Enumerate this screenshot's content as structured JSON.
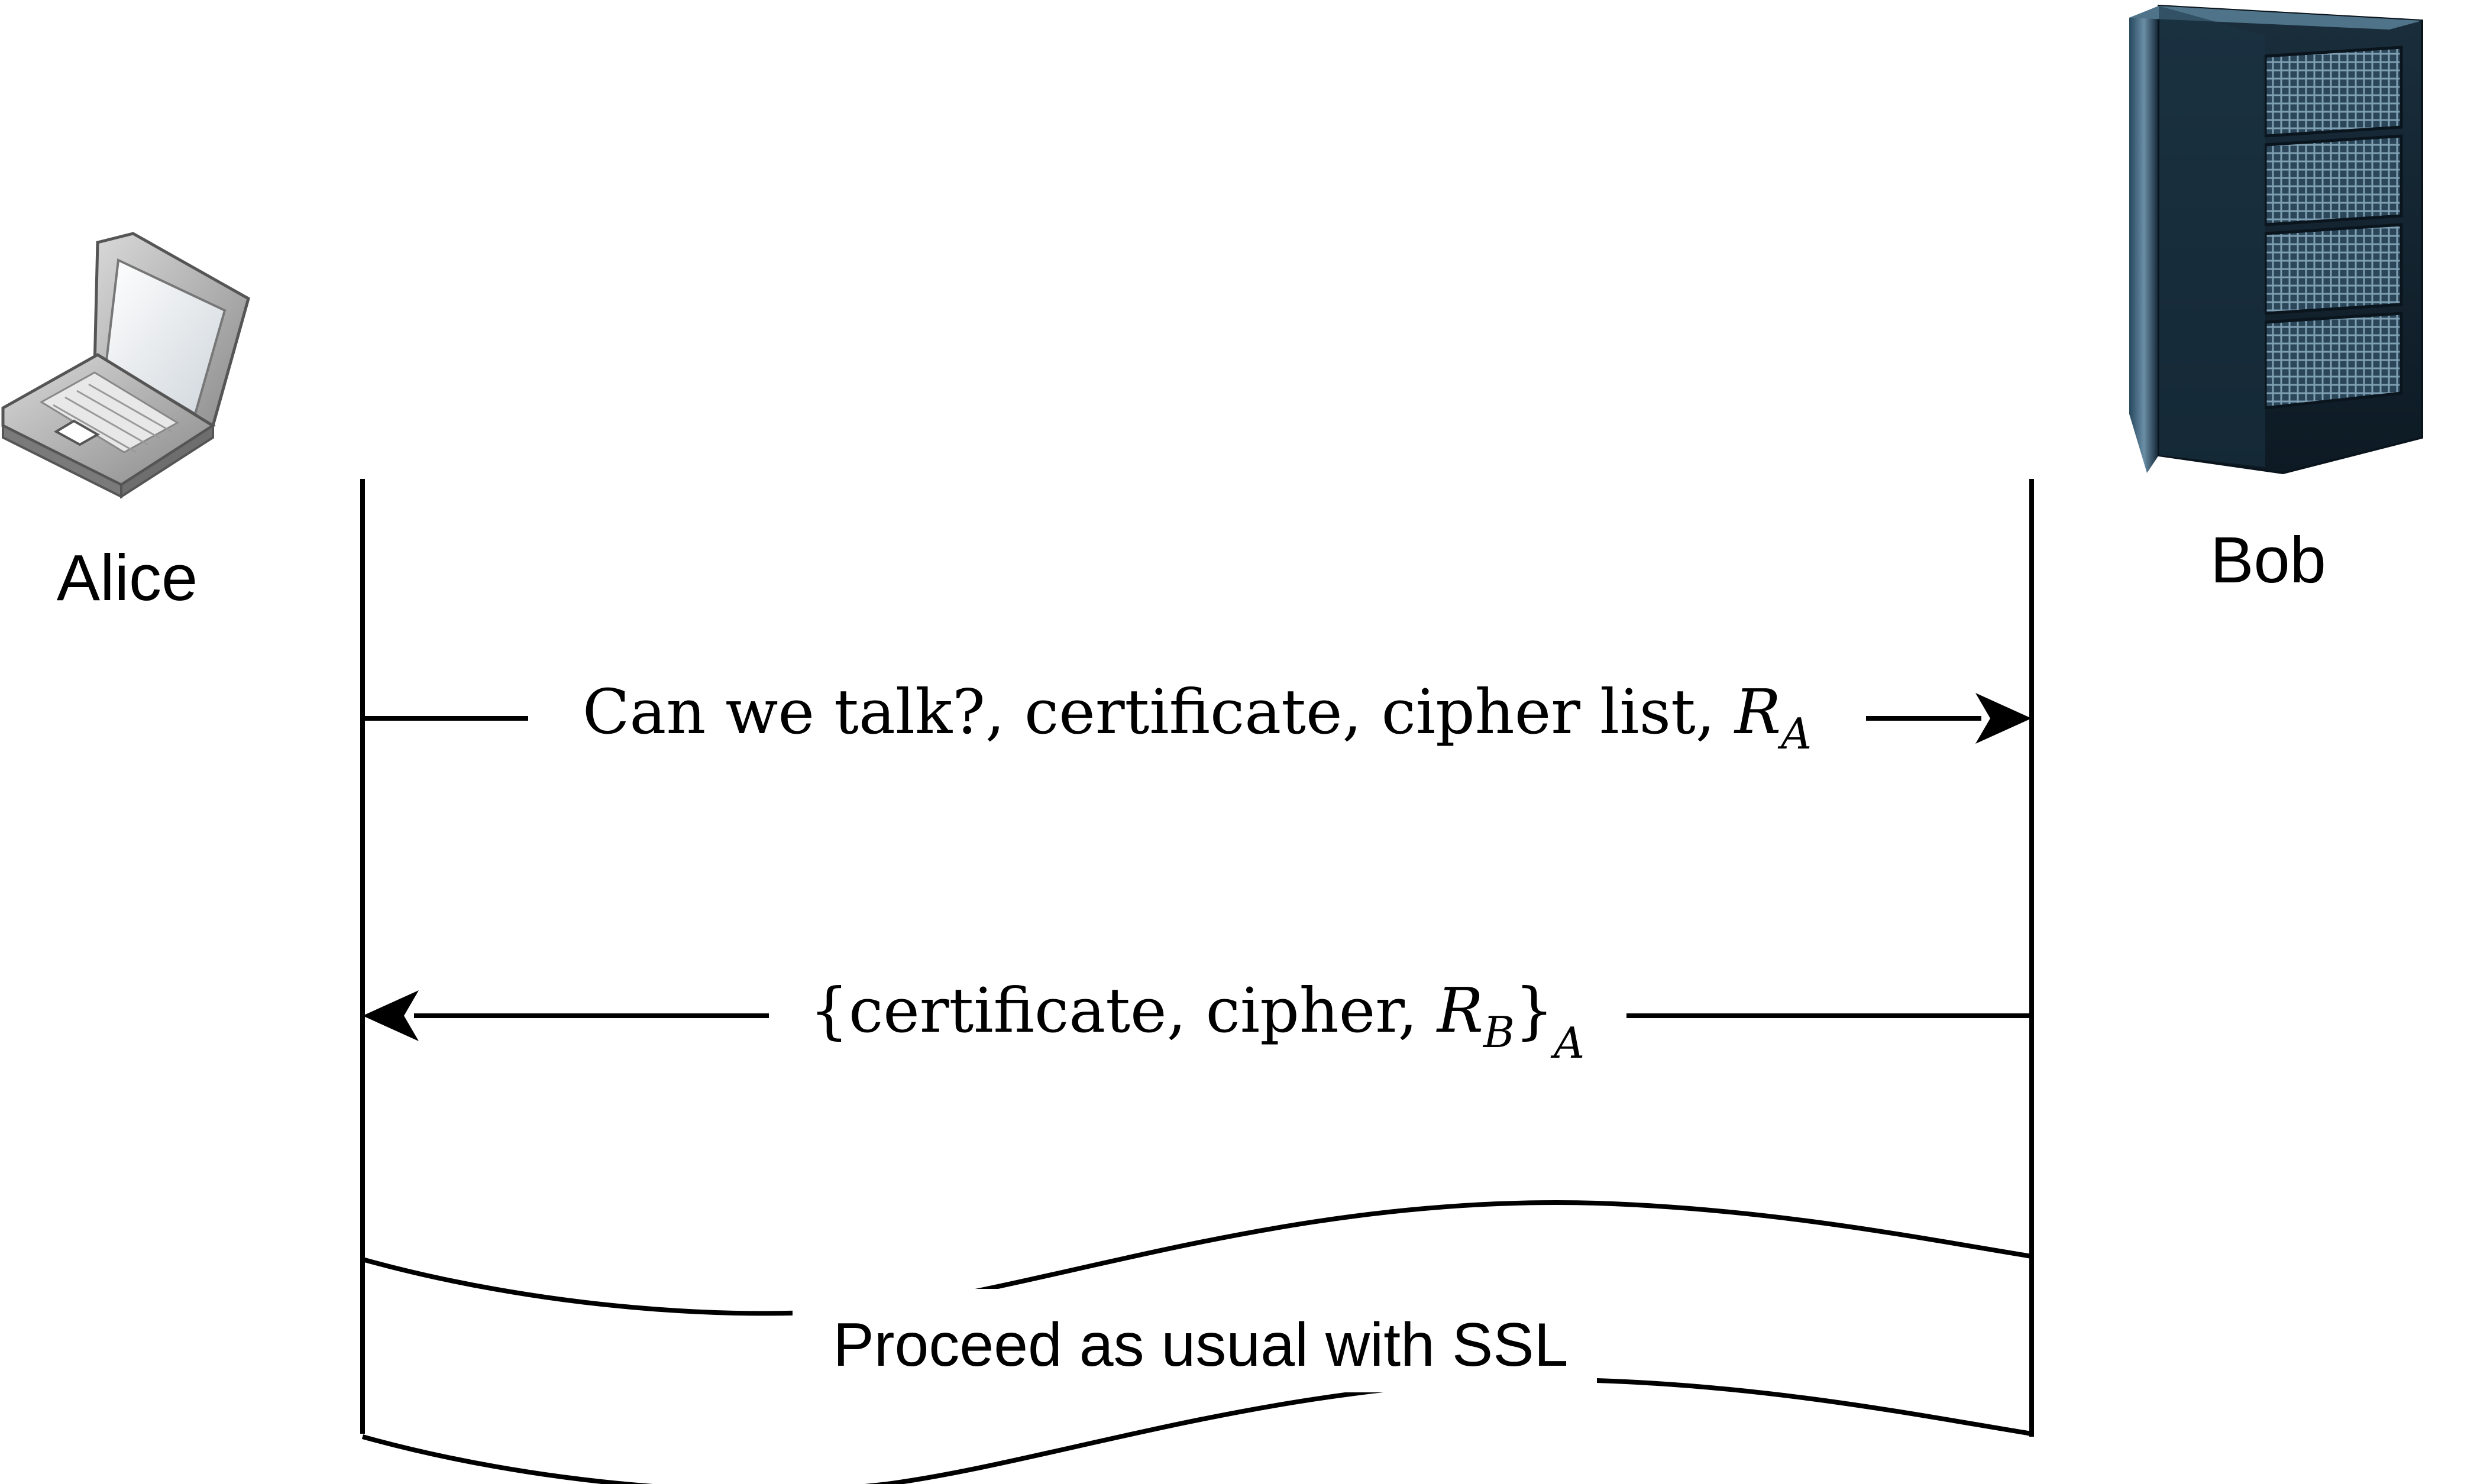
{
  "diagram": {
    "parties": {
      "alice": {
        "label": "Alice",
        "icon": "laptop-icon"
      },
      "bob": {
        "label": "Bob",
        "icon": "server-rack-icon"
      }
    },
    "messages": [
      {
        "direction": "alice-to-bob",
        "text": "Can we talk?, certificate, cipher list, ",
        "var": "R",
        "sub": "A"
      },
      {
        "direction": "bob-to-alice",
        "open": "{",
        "text": "certificate, cipher, ",
        "var": "R",
        "sub": "B",
        "close": "}",
        "outer_sub": "A"
      }
    ],
    "banner": {
      "text": "Proceed as usual with SSL"
    }
  },
  "colors": {
    "line": "#000000",
    "laptop_body": "#9a9a9a",
    "laptop_screen": "#f2f4f6",
    "server_body": "#1f3a4d",
    "server_panel": "#5a7d94"
  }
}
